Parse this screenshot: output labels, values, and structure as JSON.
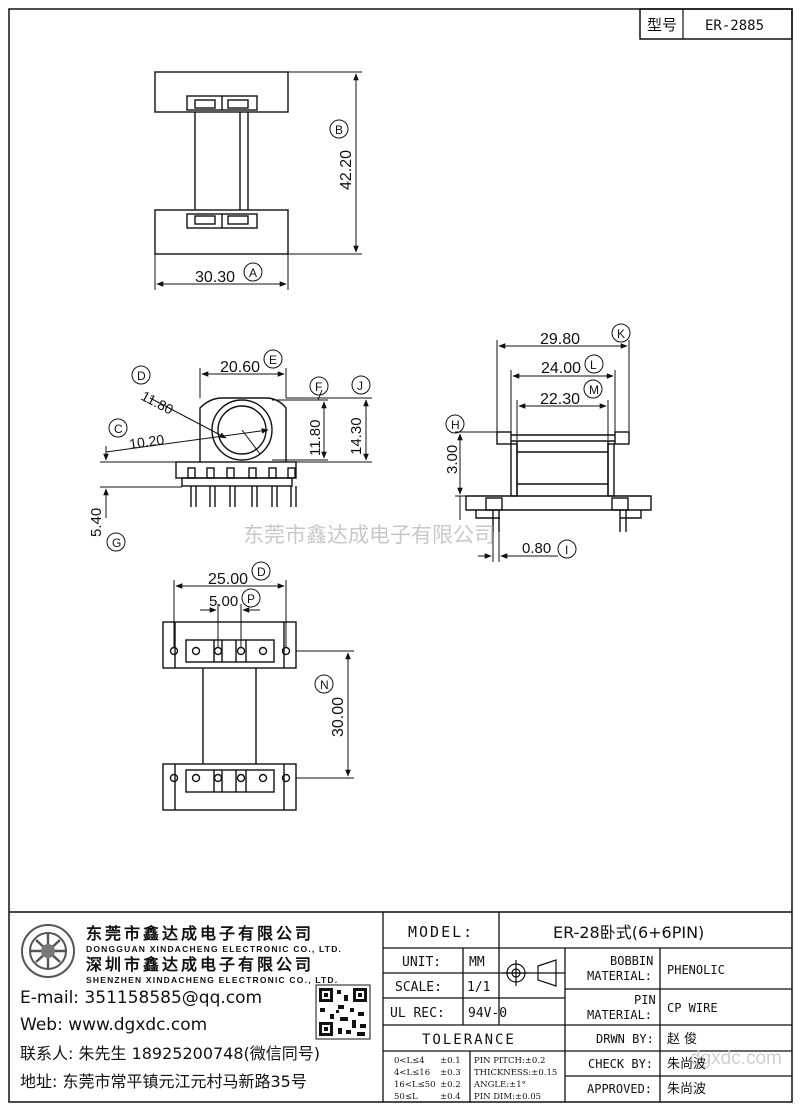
{
  "header": {
    "type_label": "型号",
    "model_code": "ER-2885"
  },
  "dimensions": {
    "A": "30.30",
    "B": "42.20",
    "C": "10.20",
    "D": "11.80",
    "E": "20.60",
    "F": "11.80",
    "J": "14.30",
    "G": "5.40",
    "H": "3.00",
    "I": "0.80",
    "K": "29.80",
    "L": "24.00",
    "M": "22.30",
    "D2": "25.00",
    "P": "5.00",
    "N": "30.00"
  },
  "markers": [
    "A",
    "B",
    "C",
    "D",
    "E",
    "F",
    "J",
    "G",
    "H",
    "I",
    "K",
    "L",
    "M",
    "D",
    "P",
    "N"
  ],
  "watermark": {
    "center": "东莞市鑫达成电子有限公司",
    "corner": "dgxdc.com"
  },
  "company": {
    "name_dg": "东莞市鑫达成电子有限公司",
    "name_dg_en": "DONGGUAN XINDACHENG ELECTRONIC CO., LTD.",
    "name_sz": "深圳市鑫达成电子有限公司",
    "name_sz_en": "SHENZHEN XINDACHENG ELECTRONIC CO., LTD.",
    "email": "E-mail: 351158585@qq.com",
    "web": "Web: www.dgxdc.com",
    "contact": "联系人: 朱先生 18925200748(微信同号)",
    "address": "地址: 东莞市常平镇元江元村马新路35号"
  },
  "title_block": {
    "model_label": "MODEL:",
    "model_value": "ER-28卧式(6+6PIN)",
    "unit_label": "UNIT:",
    "unit_value": "MM",
    "scale_label": "SCALE:",
    "scale_value": "1/1",
    "ul_label": "UL REC:",
    "ul_value": "94V-0",
    "tolerance_label": "TOLERANCE",
    "tolerance_rows": [
      [
        "0<L≤4",
        "±0.1",
        "PIN PITCH:±0.2"
      ],
      [
        "4<L≤16",
        "±0.3",
        "THICKNESS:±0.15"
      ],
      [
        "16<L≤50",
        "±0.2",
        "ANGLE:±1°"
      ],
      [
        "50≤L",
        "±0.4",
        "PIN DIM:±0.05"
      ]
    ],
    "bobbin_label_1": "BOBBIN",
    "bobbin_label_2": "MATERIAL:",
    "bobbin_value": "PHENOLIC",
    "pin_label_1": "PIN",
    "pin_label_2": "MATERIAL:",
    "pin_value": "CP WIRE",
    "drawn_label": "DRWN BY:",
    "drawn_value": "赵 俊",
    "check_label": "CHECK BY:",
    "check_value": "朱尚波",
    "approved_label": "APPROVED:",
    "approved_value": "朱尚波"
  }
}
